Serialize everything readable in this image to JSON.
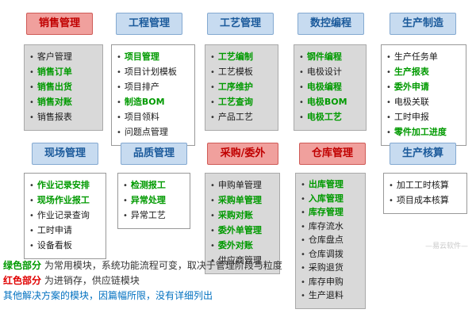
{
  "blocks": [
    {
      "title": "销售管理",
      "type": "red",
      "items": [
        {
          "text": "客户管理",
          "green": false
        },
        {
          "text": "销售订单",
          "green": true
        },
        {
          "text": "销售出货",
          "green": true
        },
        {
          "text": "销售对账",
          "green": true
        },
        {
          "text": "销售报表",
          "green": false
        }
      ]
    },
    {
      "title": "工程管理",
      "type": "blue",
      "items": [
        {
          "text": "项目管理",
          "green": true
        },
        {
          "text": "项目计划模板",
          "green": false
        },
        {
          "text": "项目排产",
          "green": false
        },
        {
          "text": "制造BOM",
          "green": true
        },
        {
          "text": "项目领料",
          "green": false
        },
        {
          "text": "问题点管理",
          "green": false
        }
      ]
    },
    {
      "title": "工艺管理",
      "type": "blue",
      "items": [
        {
          "text": "工艺编制",
          "green": true
        },
        {
          "text": "工艺模板",
          "green": false
        },
        {
          "text": "工序维护",
          "green": true
        },
        {
          "text": "工艺查询",
          "green": true
        },
        {
          "text": "产品工艺",
          "green": false
        }
      ]
    },
    {
      "title": "数控编程",
      "type": "blue",
      "items": [
        {
          "text": "钢件编程",
          "green": true
        },
        {
          "text": "电极设计",
          "green": false
        },
        {
          "text": "电极编程",
          "green": true
        },
        {
          "text": "电极BOM",
          "green": true
        },
        {
          "text": "电极工艺",
          "green": true
        }
      ]
    },
    {
      "title": "生产制造",
      "type": "blue",
      "items": [
        {
          "text": "生产任务单",
          "green": false
        },
        {
          "text": "生产报表",
          "green": true
        },
        {
          "text": "委外申请",
          "green": true
        },
        {
          "text": "电极关联",
          "green": false
        },
        {
          "text": "工时申报",
          "green": false
        },
        {
          "text": "零件加工进度",
          "green": true
        }
      ]
    },
    {
      "title": "现场管理",
      "type": "blue",
      "items": [
        {
          "text": "作业记录安排",
          "green": true
        },
        {
          "text": "现场作业报工",
          "green": true
        },
        {
          "text": "作业记录查询",
          "green": false
        },
        {
          "text": "工时申请",
          "green": false
        },
        {
          "text": "设备看板",
          "green": false
        }
      ]
    },
    {
      "title": "品质管理",
      "type": "blue",
      "items": [
        {
          "text": "检测报工",
          "green": true
        },
        {
          "text": "异常处理",
          "green": true
        },
        {
          "text": "异常工艺",
          "green": false
        }
      ]
    },
    {
      "title": "采购/委外",
      "type": "red",
      "items": [
        {
          "text": "申购单管理",
          "green": false
        },
        {
          "text": "采购单管理",
          "green": true
        },
        {
          "text": "采购对账",
          "green": true
        },
        {
          "text": "委外单管理",
          "green": true
        },
        {
          "text": "委外对账",
          "green": true
        },
        {
          "text": "供应商管理",
          "green": false
        }
      ]
    },
    {
      "title": "仓库管理",
      "type": "red",
      "items": [
        {
          "text": "出库管理",
          "green": true
        },
        {
          "text": "入库管理",
          "green": true
        },
        {
          "text": "库存管理",
          "green": true
        },
        {
          "text": "库存流水",
          "green": false
        },
        {
          "text": "仓库盘点",
          "green": false
        },
        {
          "text": "仓库调拨",
          "green": false
        },
        {
          "text": "采购退货",
          "green": false
        },
        {
          "text": "库存申购",
          "green": false
        },
        {
          "text": "生产退料",
          "green": false
        }
      ]
    },
    {
      "title": "生产核算",
      "type": "blue",
      "items": [
        {
          "text": "加工工时核算",
          "green": false
        },
        {
          "text": "项目成本核算",
          "green": false
        }
      ]
    }
  ],
  "notes": {
    "line1_lead": "绿色部分",
    "line1_rest": " 为常用模块，系统功能流程可变，取决于管理阶段与粒度",
    "line2_lead": "红色部分",
    "line2_rest": " 为进销存，供应链模块",
    "line3": "其他解决方案的模块，因篇幅所限，没有详细列出"
  },
  "watermark": "—易云软件—",
  "colors": {
    "green_module": "#009a00",
    "red_header_bg": "#f0a09d",
    "red_header_text": "#c00000",
    "blue_header_bg": "#c7dbf0",
    "blue_header_text": "#1b5a9b",
    "note_blue": "#0070c0"
  }
}
